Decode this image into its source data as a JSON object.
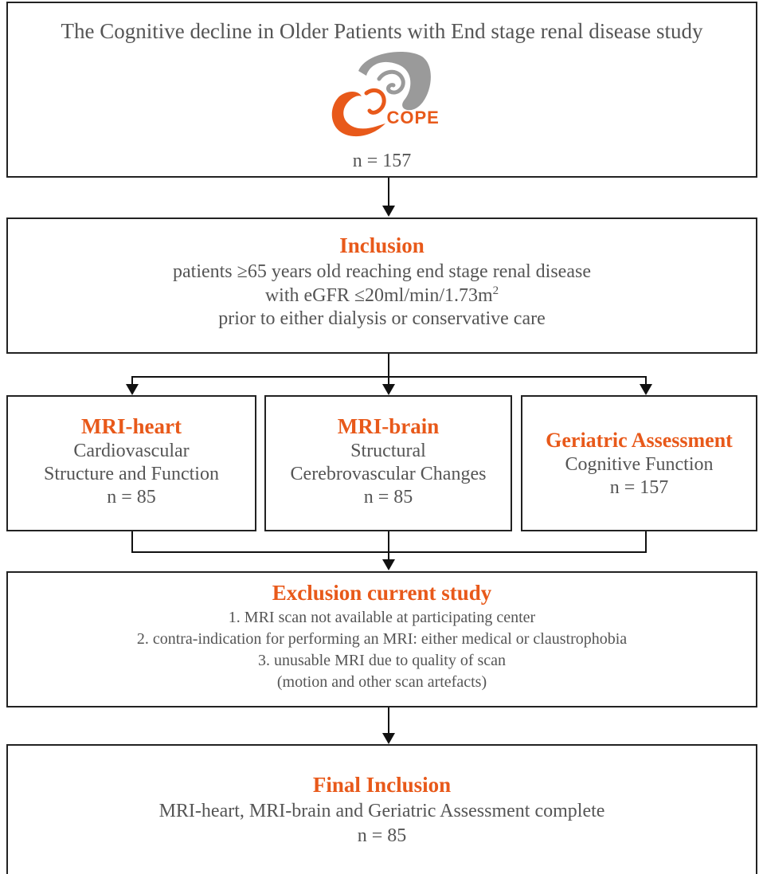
{
  "study": {
    "title": "The Cognitive decline in Older Patients with End stage renal disease study",
    "logo_text": "COPE",
    "n": "n = 157"
  },
  "inclusion": {
    "heading": "Inclusion",
    "line1": "patients ≥65 years old reaching end stage renal disease",
    "line2_prefix": "with eGFR ≤20ml/min/1.73m",
    "line2_sup": "2",
    "line3": "prior to either dialysis or conservative care"
  },
  "branches": [
    {
      "heading": "MRI-heart",
      "line1": "Cardiovascular",
      "line2": "Structure and Function",
      "n": "n = 85"
    },
    {
      "heading": "MRI-brain",
      "line1": "Structural",
      "line2": "Cerebrovascular Changes",
      "n": "n = 85"
    },
    {
      "heading": "Geriatric Assessment",
      "line1": "Cognitive Function",
      "n": "n = 157"
    }
  ],
  "exclusion": {
    "heading": "Exclusion current study",
    "items": [
      "1. MRI scan not available at participating center",
      "2. contra-indication for performing an MRI: either medical or claustrophobia",
      "3. unusable MRI due to quality of scan",
      "(motion and other scan artefacts)"
    ]
  },
  "final": {
    "heading": "Final Inclusion",
    "line1": "MRI-heart, MRI-brain and Geriatric Assessment complete",
    "n": "n = 85"
  },
  "colors": {
    "accent": "#E8591A",
    "text": "#555555",
    "border": "#222222",
    "logo_gray": "#9a9a9a"
  }
}
